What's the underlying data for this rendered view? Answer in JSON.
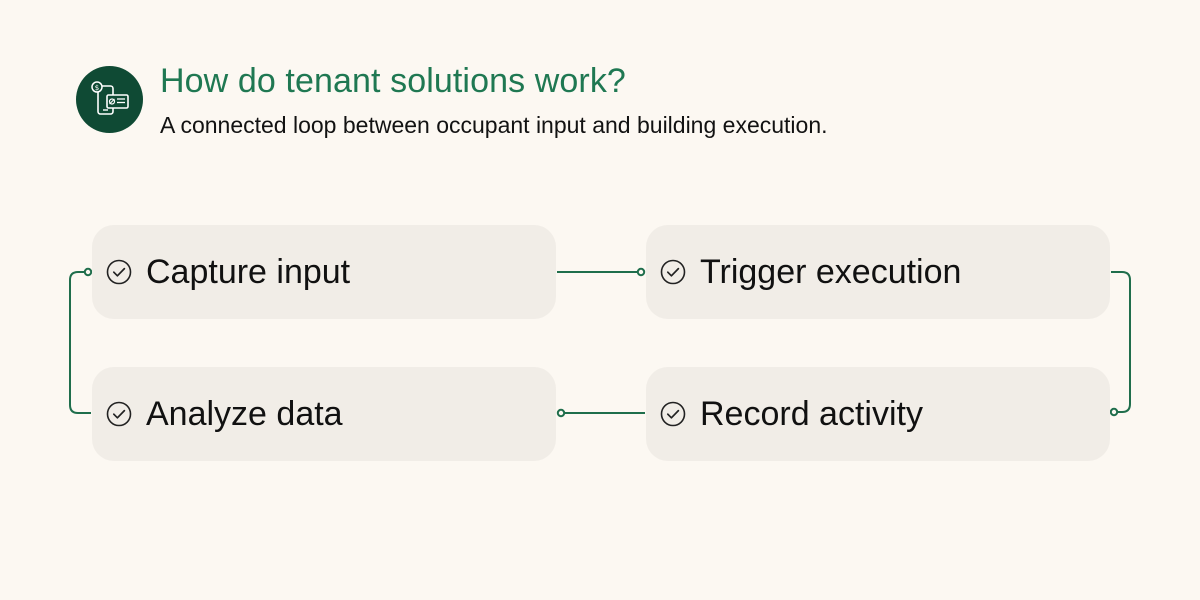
{
  "header": {
    "icon": "tenant-app-icon",
    "title": "How do tenant solutions work?",
    "subtitle": "A connected loop between occupant input and building execution."
  },
  "steps": [
    {
      "label": "Capture input",
      "icon": "check-circle-icon"
    },
    {
      "label": "Trigger execution",
      "icon": "check-circle-icon"
    },
    {
      "label": "Record activity",
      "icon": "check-circle-icon"
    },
    {
      "label": "Analyze data",
      "icon": "check-circle-icon"
    }
  ],
  "colors": {
    "background": "#FCF8F2",
    "card": "#F1EDE7",
    "accent": "#1F7852",
    "icon_background": "#0F4A34",
    "connector": "#1F6E4C",
    "text": "#111111"
  }
}
